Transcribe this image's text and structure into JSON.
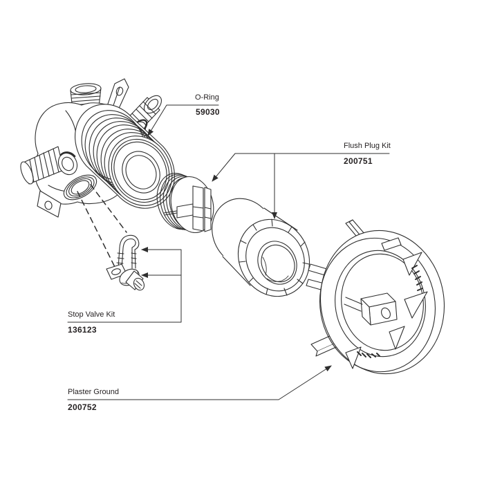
{
  "canvas": {
    "background": "#ffffff",
    "line_color": "#2e2e2e",
    "text_color": "#262223"
  },
  "diagram": {
    "type": "exploded-parts-diagram",
    "callouts": [
      {
        "name": "O-Ring",
        "part_number": "59030"
      },
      {
        "name": "Flush Plug Kit",
        "part_number": "200751"
      },
      {
        "name": "Stop Valve Kit",
        "part_number": "136123"
      },
      {
        "name": "Plaster Ground",
        "part_number": "200752"
      }
    ],
    "figures": [
      "valve-body",
      "o-ring-groove",
      "flush-plug",
      "retaining-nut",
      "retainer-clip",
      "stop-valve",
      "plaster-ground-ring"
    ]
  }
}
